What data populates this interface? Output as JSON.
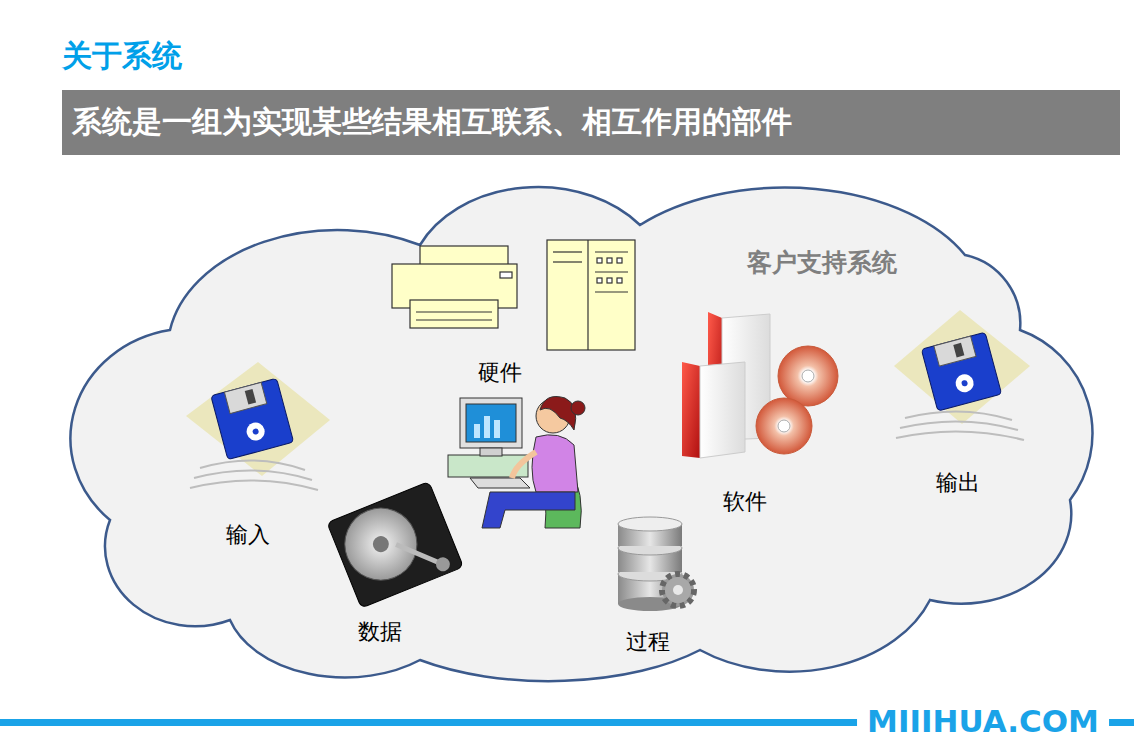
{
  "diagram": {
    "title": "关于系统",
    "nodes": [
      {
        "text": [
          "系统是一组为实现某些结果相互联系、相互作用的部件"
        ]
      },
      {
        "text": [
          "客户支持系统"
        ]
      }
    ],
    "labels": [
      "硬件",
      "输入",
      "软件",
      "输出",
      "数据",
      "过程",
      "MIIIHUA.COM"
    ]
  }
}
